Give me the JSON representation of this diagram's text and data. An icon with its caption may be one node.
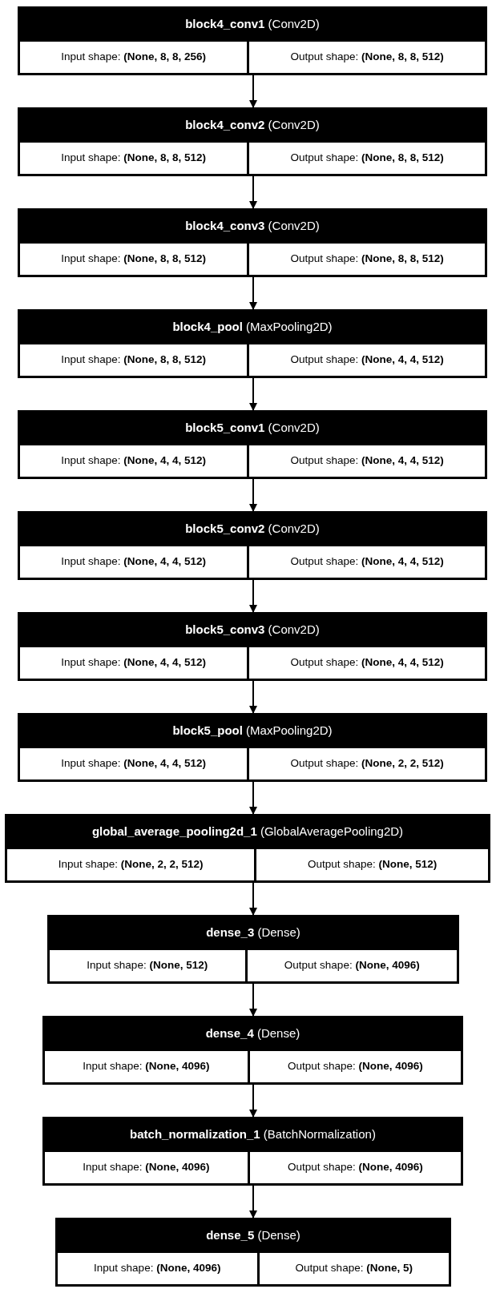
{
  "diagram": {
    "nodes": [
      {
        "text": [
          "**block4_conv1** (Conv2D)",
          "Input shape: **(None, 8, 8, 256)**",
          "Output shape: **(None, 8, 8, 512)**"
        ]
      },
      {
        "text": [
          "**block4_conv2** (Conv2D)",
          "Input shape: **(None, 8, 8, 512)**",
          "Output shape: **(None, 8, 8, 512)**"
        ]
      },
      {
        "text": [
          "**block4_conv3** (Conv2D)",
          "Input shape: **(None, 8, 8, 512)**",
          "Output shape: **(None, 8, 8, 512)**"
        ]
      },
      {
        "text": [
          "**block4_pool** (MaxPooling2D)",
          "Input shape: **(None, 8, 8, 512)**",
          "Output shape: **(None, 4, 4, 512)**"
        ]
      },
      {
        "text": [
          "**block5_conv1** (Conv2D)",
          "Input shape: **(None, 4, 4, 512)**",
          "Output shape: **(None, 4, 4, 512)**"
        ]
      },
      {
        "text": [
          "**block5_conv2** (Conv2D)",
          "Input shape: **(None, 4, 4, 512)**",
          "Output shape: **(None, 4, 4, 512)**"
        ]
      },
      {
        "text": [
          "**block5_conv3** (Conv2D)",
          "Input shape: **(None, 4, 4, 512)**",
          "Output shape: **(None, 4, 4, 512)**"
        ]
      },
      {
        "text": [
          "**block5_pool** (MaxPooling2D)",
          "Input shape: **(None, 4, 4, 512)**",
          "Output shape: **(None, 2, 2, 512)**"
        ]
      },
      {
        "text": [
          "**global_average_pooling2d_1** (GlobalAveragePooling2D)",
          "Input shape: **(None, 2, 2, 512)**",
          "Output shape: **(None, 512)**"
        ]
      },
      {
        "text": [
          "**dense_3** (Dense)",
          "Input shape: **(None, 512)**",
          "Output shape: **(None, 4096)**"
        ]
      },
      {
        "text": [
          "**dense_4** (Dense)",
          "Input shape: **(None, 4096)**",
          "Output shape: **(None, 4096)**"
        ]
      },
      {
        "text": [
          "**batch_normalization_1** (BatchNormalization)",
          "Input shape: **(None, 4096)**",
          "Output shape: **(None, 4096)**"
        ]
      },
      {
        "text": [
          "**dense_5** (Dense)",
          "Input shape: **(None, 4096)**",
          "Output shape: **(None, 5)**"
        ]
      }
    ],
    "edges": [
      {
        "from": 0,
        "to": 1,
        "arrow": "to"
      },
      {
        "from": 1,
        "to": 2,
        "arrow": "to"
      },
      {
        "from": 2,
        "to": 3,
        "arrow": "to"
      },
      {
        "from": 3,
        "to": 4,
        "arrow": "to"
      },
      {
        "from": 4,
        "to": 5,
        "arrow": "to"
      },
      {
        "from": 5,
        "to": 6,
        "arrow": "to"
      },
      {
        "from": 6,
        "to": 7,
        "arrow": "to"
      },
      {
        "from": 7,
        "to": 8,
        "arrow": "to"
      },
      {
        "from": 8,
        "to": 9,
        "arrow": "to"
      },
      {
        "from": 9,
        "to": 10,
        "arrow": "to"
      },
      {
        "from": 10,
        "to": 11,
        "arrow": "to"
      },
      {
        "from": 11,
        "to": 12,
        "arrow": "to"
      }
    ]
  }
}
